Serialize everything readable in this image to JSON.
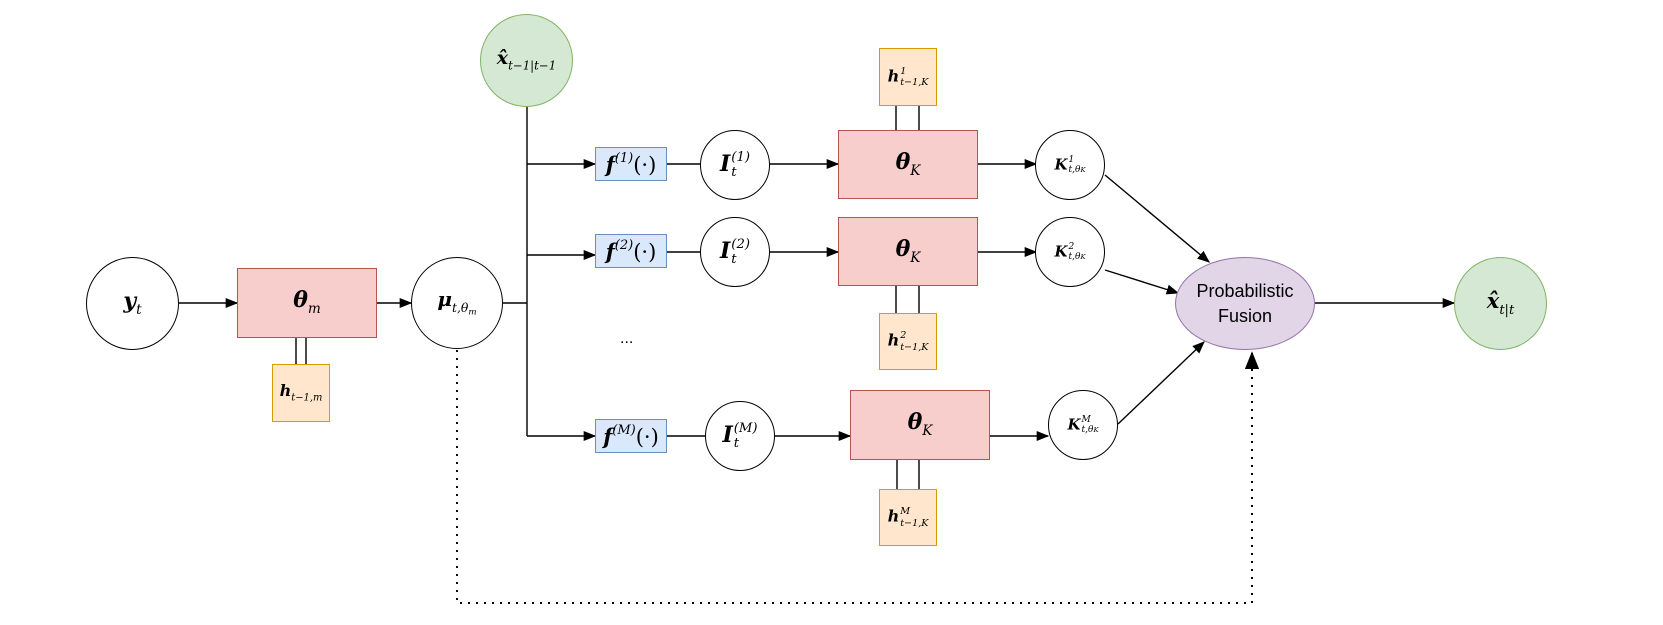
{
  "nodes": {
    "y_t": {
      "base": "y",
      "sub": "t"
    },
    "theta_m": {
      "base": "θ",
      "sub": "m"
    },
    "h_m": {
      "base": "h",
      "sub": "t−1,m"
    },
    "mu": {
      "base": "μ",
      "sub": "t,θ",
      "subsub": "m"
    },
    "x_prev": {
      "base": "x̂",
      "sub": "t−1|t−1"
    },
    "f1": {
      "base": "f",
      "sup": "(1)",
      "arg": "(·)"
    },
    "f2": {
      "base": "f",
      "sup": "(2)",
      "arg": "(·)"
    },
    "fM": {
      "base": "f",
      "sup": "(M)",
      "arg": "(·)"
    },
    "I1": {
      "base": "I",
      "sup": "(1)",
      "sub": "t"
    },
    "I2": {
      "base": "I",
      "sup": "(2)",
      "sub": "t"
    },
    "IM": {
      "base": "I",
      "sup": "(M)",
      "sub": "t"
    },
    "thetaK1": {
      "base": "θ",
      "sub": "K"
    },
    "thetaK2": {
      "base": "θ",
      "sub": "K"
    },
    "thetaKM": {
      "base": "θ",
      "sub": "K"
    },
    "h1": {
      "base": "h",
      "sup": "1",
      "sub": "t−1,K"
    },
    "h2": {
      "base": "h",
      "sup": "2",
      "sub": "t−1,K"
    },
    "hM": {
      "base": "h",
      "sup": "M",
      "sub": "t−1,K"
    },
    "K1": {
      "base": "K",
      "sup": "1",
      "sub": "t,θ",
      "subsub": "K"
    },
    "K2": {
      "base": "K",
      "sup": "2",
      "sub": "t,θ",
      "subsub": "K"
    },
    "KM": {
      "base": "K",
      "sup": "M",
      "sub": "t,θ",
      "subsub": "K"
    },
    "fusion": {
      "line1": "Probabilistic",
      "line2": "Fusion"
    },
    "x_out": {
      "base": "x̂",
      "sub": "t|t"
    }
  },
  "ellipsis": "...",
  "colors": {
    "green_fill": "#d5e8d4",
    "green_stroke": "#82b366",
    "red_fill": "#f8cecc",
    "red_stroke": "#b85450",
    "orange_fill": "#ffe6cc",
    "orange_stroke": "#d79b00",
    "blue_fill": "#dae8fc",
    "blue_stroke": "#6c8ebf",
    "purple_fill": "#e1d5e7",
    "purple_stroke": "#9673a6"
  }
}
